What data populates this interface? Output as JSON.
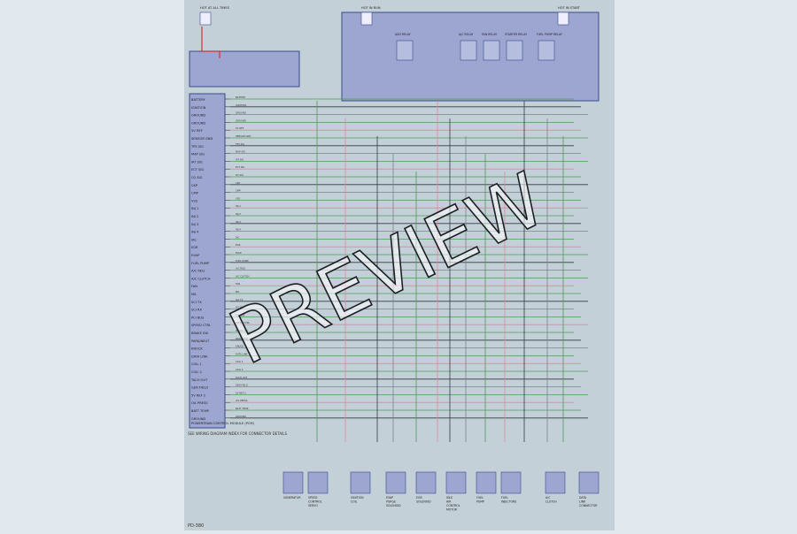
{
  "watermark": "PREVIEW",
  "sheet_code": "PD-380",
  "fuse_boxes": [
    {
      "id": "left",
      "label": "HOT AT ALL TIMES"
    },
    {
      "id": "middle",
      "label": "HOT IN RUN"
    },
    {
      "id": "right",
      "label": "HOT IN START"
    }
  ],
  "ecm": {
    "module_label": "POWERTRAIN CONTROL MODULE (PCM)",
    "pins": [
      "BATTERY",
      "IGNITION",
      "GROUND",
      "GROUND",
      "5V REF",
      "SENSOR GND",
      "TPS SIG",
      "MAP SIG",
      "IAT SIG",
      "ECT SIG",
      "O2 SIG",
      "CKP",
      "CMP",
      "VSS",
      "INJ 1",
      "INJ 2",
      "INJ 3",
      "INJ 4",
      "IAC",
      "EGR",
      "EVAP",
      "FUEL PUMP",
      "A/C REQ",
      "A/C CLUTCH",
      "FAN",
      "MIL",
      "SCI TX",
      "SCI RX",
      "PCI BUS",
      "SPEED CTRL",
      "BRAKE SW",
      "PARK/NEUT",
      "KNOCK",
      "DATA LINK",
      "COIL 1",
      "COIL 2",
      "TACH OUT",
      "GEN FIELD",
      "5V REF 2",
      "OIL PRESS",
      "BATT TEMP",
      "GROUND"
    ]
  },
  "relays": [
    {
      "name": "ASD RELAY"
    },
    {
      "name": "A/C RELAY"
    },
    {
      "name": "FAN RELAY"
    },
    {
      "name": "STARTER RELAY"
    },
    {
      "name": "FUEL PUMP RELAY"
    }
  ],
  "components": [
    {
      "id": "c1",
      "label": "GENERATOR"
    },
    {
      "id": "c2",
      "label": "SPEED CONTROL SERVO"
    },
    {
      "id": "c3",
      "label": "IGNITION COIL"
    },
    {
      "id": "c4",
      "label": "EVAP PURGE SOLENOID"
    },
    {
      "id": "c5",
      "label": "EGR SOLENOID"
    },
    {
      "id": "c6",
      "label": "IDLE AIR CONTROL MOTOR"
    },
    {
      "id": "c7",
      "label": "FUEL PUMP"
    },
    {
      "id": "c8",
      "label": "FUEL INJECTORS"
    },
    {
      "id": "c9",
      "label": "A/C CLUTCH"
    },
    {
      "id": "c10",
      "label": "DATA LINK CONNECTOR"
    }
  ],
  "legend_note": "SEE WIRING DIAGRAM INDEX FOR CONNECTOR DETAILS",
  "colors": {
    "panel": "#9ca6d0",
    "panel_border": "#3a4a8a",
    "wire_green": "#4c9a5a",
    "wire_pink": "#d88aa0",
    "wire_red": "#d23030",
    "wire_dark": "#333a40",
    "wire_gray": "#7a8288",
    "watermark": "#ffffff"
  }
}
